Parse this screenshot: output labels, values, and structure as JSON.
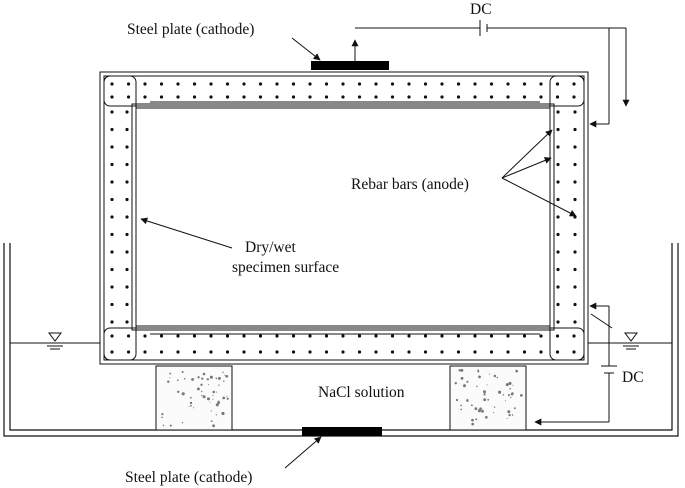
{
  "labels": {
    "top_plate": "Steel plate (cathode)",
    "dc_top": "DC",
    "rebar": "Rebar bars (anode)",
    "surface_line1": "Dry/wet",
    "surface_line2": "specimen surface",
    "solution": "NaCl solution",
    "dc_right": "DC",
    "bottom_plate": "Steel plate (cathode)"
  },
  "colors": {
    "ink": "#111111",
    "plate": "#000000",
    "block_dots": "#777777"
  }
}
